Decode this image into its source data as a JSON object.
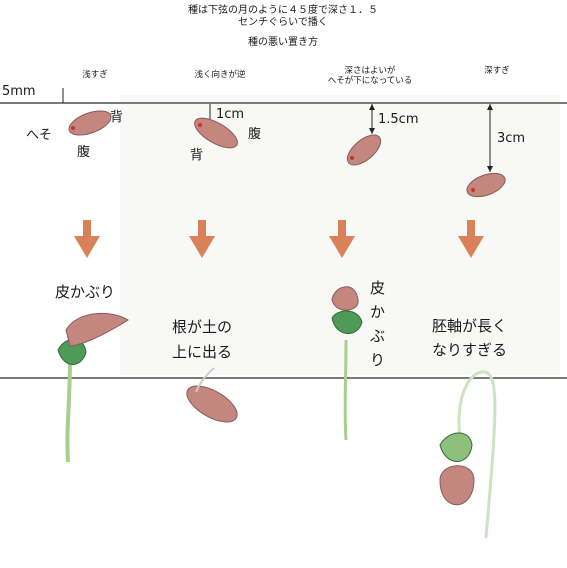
{
  "header": {
    "line1": "種は下弦の月のように４５度で深さ１．５",
    "line2": "センチぐらいで播く",
    "subtitle": "種の悪い置き方"
  },
  "columns": [
    {
      "title_line1": "浅すぎ",
      "title_line2": ""
    },
    {
      "title_line1": "浅く向きが逆",
      "title_line2": ""
    },
    {
      "title_line1": "深さはよいが",
      "title_line2": "へそが下になっている"
    },
    {
      "title_line1": "深すぎ",
      "title_line2": ""
    }
  ],
  "depths": {
    "col1": "5mm",
    "col2": "1cm",
    "col3": "1.5cm",
    "col4": "3cm"
  },
  "seed_labels": {
    "hilum": "へそ",
    "belly": "腹",
    "back": "背",
    "belly2": "腹",
    "back2": "背"
  },
  "results": {
    "col1": "皮かぶり",
    "col2_line1": "根が土の",
    "col2_line2": "上に出る",
    "col3": "皮かぶり",
    "col4_line1": "胚軸が長く",
    "col4_line2": "なりすぎる"
  },
  "colors": {
    "soil_line": "#7a7a7a",
    "arrow": "#d9825a",
    "seed": "#c4877f",
    "seed_dark": "#8c5a55",
    "leaf": "#4f9a57",
    "leaf_light": "#a9cf8f"
  }
}
